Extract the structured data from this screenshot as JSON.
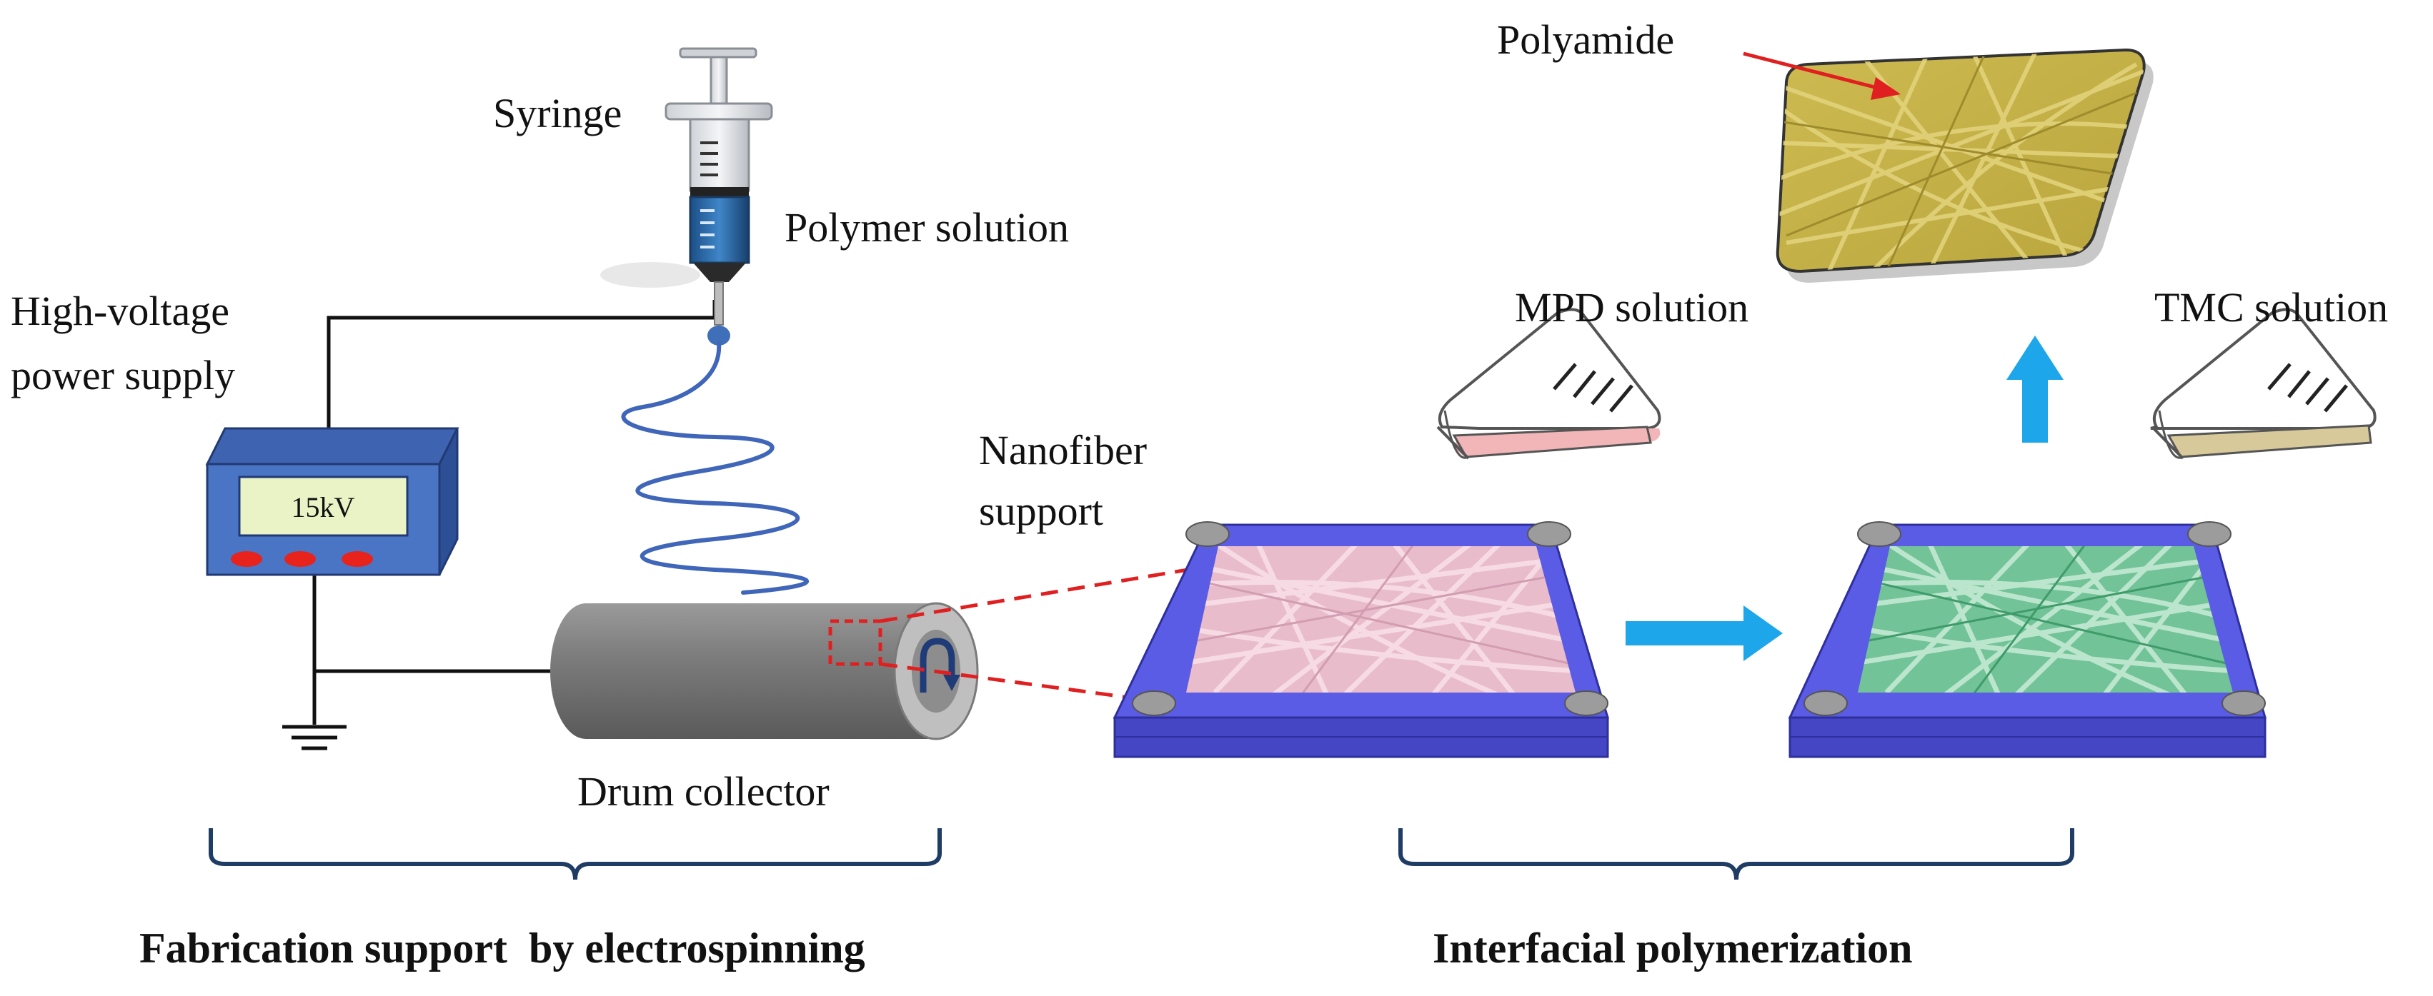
{
  "labels": {
    "syringe": "Syringe",
    "polymer_solution": "Polymer solution",
    "hv_line1": "High-voltage",
    "hv_line2": "power supply",
    "voltage": "15kV",
    "nanofiber_line1": "Nanofiber",
    "nanofiber_line2": "support",
    "drum_collector": "Drum collector",
    "polyamide": "Polyamide",
    "mpd_solution": "MPD solution",
    "tmc_solution": "TMC solution"
  },
  "sections": {
    "left": "Fabrication support  by electrospinning",
    "right": "Interfacial polymerization"
  },
  "colors": {
    "frame_blue": "#5b5ce6",
    "frame_blue_dark": "#3d3fc2",
    "pink_fibers": "#e9b9c9",
    "green_fibers": "#7fc9a0",
    "polyamide": "#c8b54a",
    "arrow_blue": "#1ea6ea",
    "drum_gray": "#7f7f7f",
    "red": "#e02020",
    "mpd_liquid": "#f2b5b8",
    "tmc_liquid": "#d8c99a"
  }
}
